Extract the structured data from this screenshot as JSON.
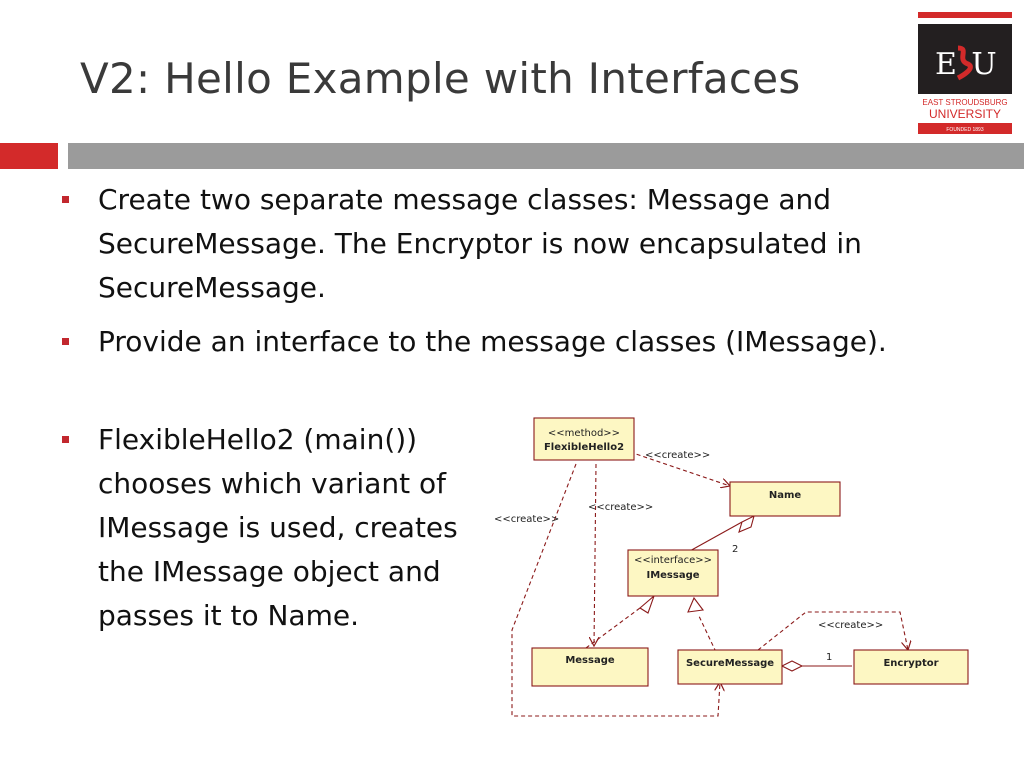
{
  "slide": {
    "title": "V2: Hello Example with Interfaces"
  },
  "logo": {
    "initials_left": "E",
    "initials_right": "U",
    "line1": "EAST STROUDSBURG",
    "line2": "UNIVERSITY",
    "line3": "FOUNDED 1893",
    "colors": {
      "red": "#d32a2a",
      "dark": "#231f20"
    }
  },
  "bullets": [
    {
      "text": "Create two separate message classes: Message and SecureMessage. The Encryptor is now encapsulated in SecureMessage."
    },
    {
      "text": "Provide an interface to the message classes (IMessage)."
    },
    {
      "text": "FlexibleHello2 (main()) chooses which variant of IMessage is used, creates the IMessage object and passes it to Name."
    }
  ],
  "diagram": {
    "classes": {
      "flexiblehello2": {
        "stereotype": "<<method>>",
        "name": "FlexibleHello2"
      },
      "name": {
        "name": "Name"
      },
      "imessage": {
        "stereotype": "<<interface>>",
        "name": "IMessage"
      },
      "message": {
        "name": "Message"
      },
      "securemessage": {
        "name": "SecureMessage"
      },
      "encryptor": {
        "name": "Encryptor"
      }
    },
    "labels": {
      "create_to_name": "<<create>>",
      "create_to_message": "<<create>>",
      "create_to_securemessage": "<<create>>",
      "create_to_encryptor": "<<create>>",
      "multiplicity_imessage": "2",
      "multiplicity_encryptor": "1"
    },
    "colors": {
      "class_fill": "#fdf7c3",
      "class_border": "#8b1a1a",
      "line": "#8b1a1a"
    }
  },
  "theme": {
    "accent_red": "#d32a2a",
    "bar_gray": "#9b9b9b",
    "bullet_red": "#c2282e"
  }
}
